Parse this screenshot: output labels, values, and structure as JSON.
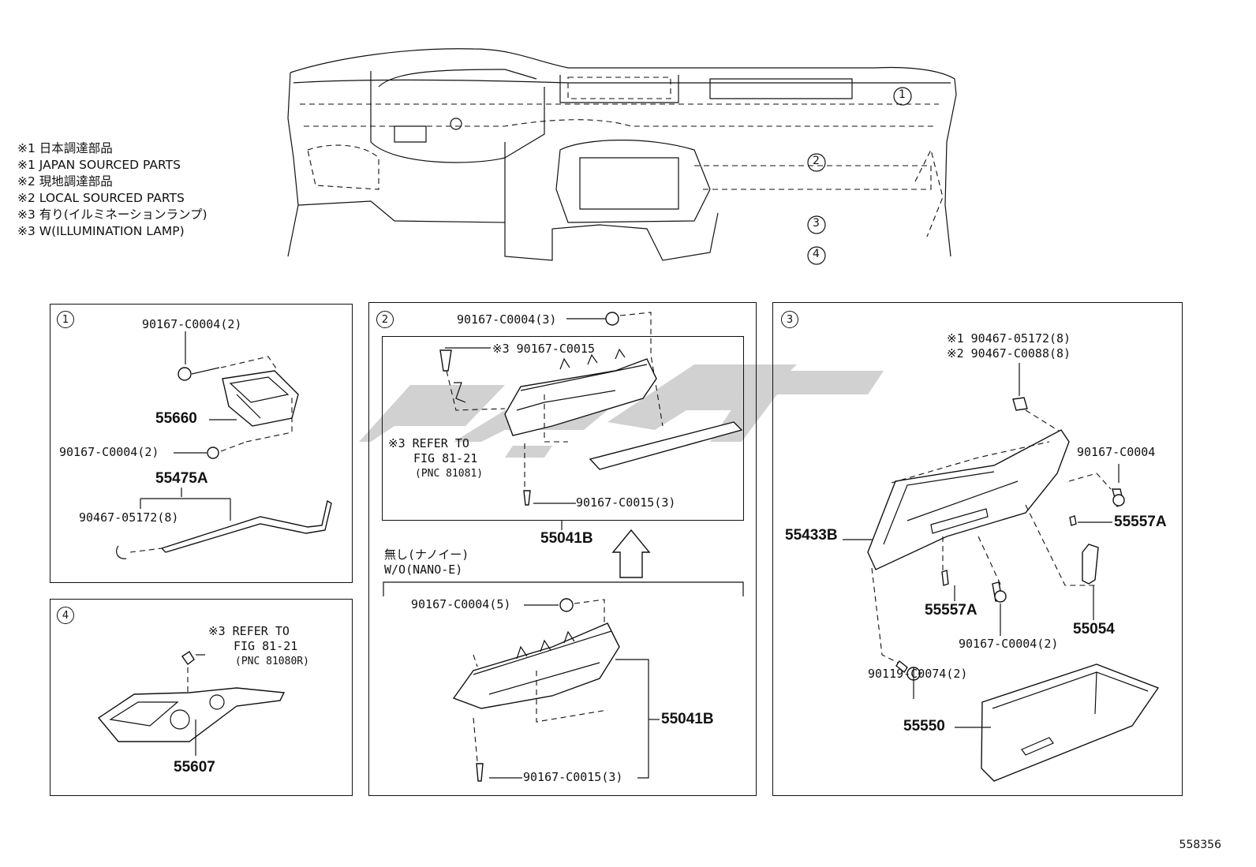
{
  "legend": [
    "※1 日本調達部品",
    "※1 JAPAN SOURCED PARTS",
    "※2 現地調達部品",
    "※2 LOCAL SOURCED PARTS",
    "※3 有り(イルミネーションランプ)",
    "※3 W(ILLUMINATION LAMP)"
  ],
  "overview_callouts": [
    "1",
    "2",
    "3",
    "4"
  ],
  "panel1": {
    "num": "1",
    "bolt_top": "90167-C0004(2)",
    "part_main": "55660",
    "bolt_bottom": "90167-C0004(2)",
    "part_bracket": "55475A",
    "clip": "90467-05172(8)"
  },
  "panel2": {
    "num": "2",
    "bolt_top": "90167-C0004(3)",
    "illum_bolt": "※3 90167-C0015",
    "refer_lines": [
      "※3 REFER TO",
      "FIG 81-21",
      "(PNC 81081)"
    ],
    "screw_bottom": "90167-C0015(3)",
    "part_assy": "55041B",
    "nano_lines": [
      "無し(ナノイー)",
      "W/O(NANO-E)"
    ],
    "lower_bolt_top": "90167-C0004(5)",
    "lower_part": "55041B",
    "lower_screw": "90167-C0015(3)"
  },
  "panel3": {
    "num": "3",
    "clip_lines": [
      "※1 90467-05172(8)",
      "※2 90467-C0088(8)"
    ],
    "bolt_right": "90167-C0004",
    "part_door": "55433B",
    "clip_right": "55557A",
    "clip_mid": "55557A",
    "bolt_mid": "90167-C0004(2)",
    "damper": "55054",
    "bolt_left": "90119-C0074(2)",
    "box": "55550"
  },
  "panel4": {
    "num": "4",
    "refer_lines": [
      "※3 REFER TO",
      "FIG 81-21",
      "(PNC 81080R)"
    ],
    "part": "55607"
  },
  "diagram_code": "558356",
  "watermark_color": "#c8c8c8"
}
